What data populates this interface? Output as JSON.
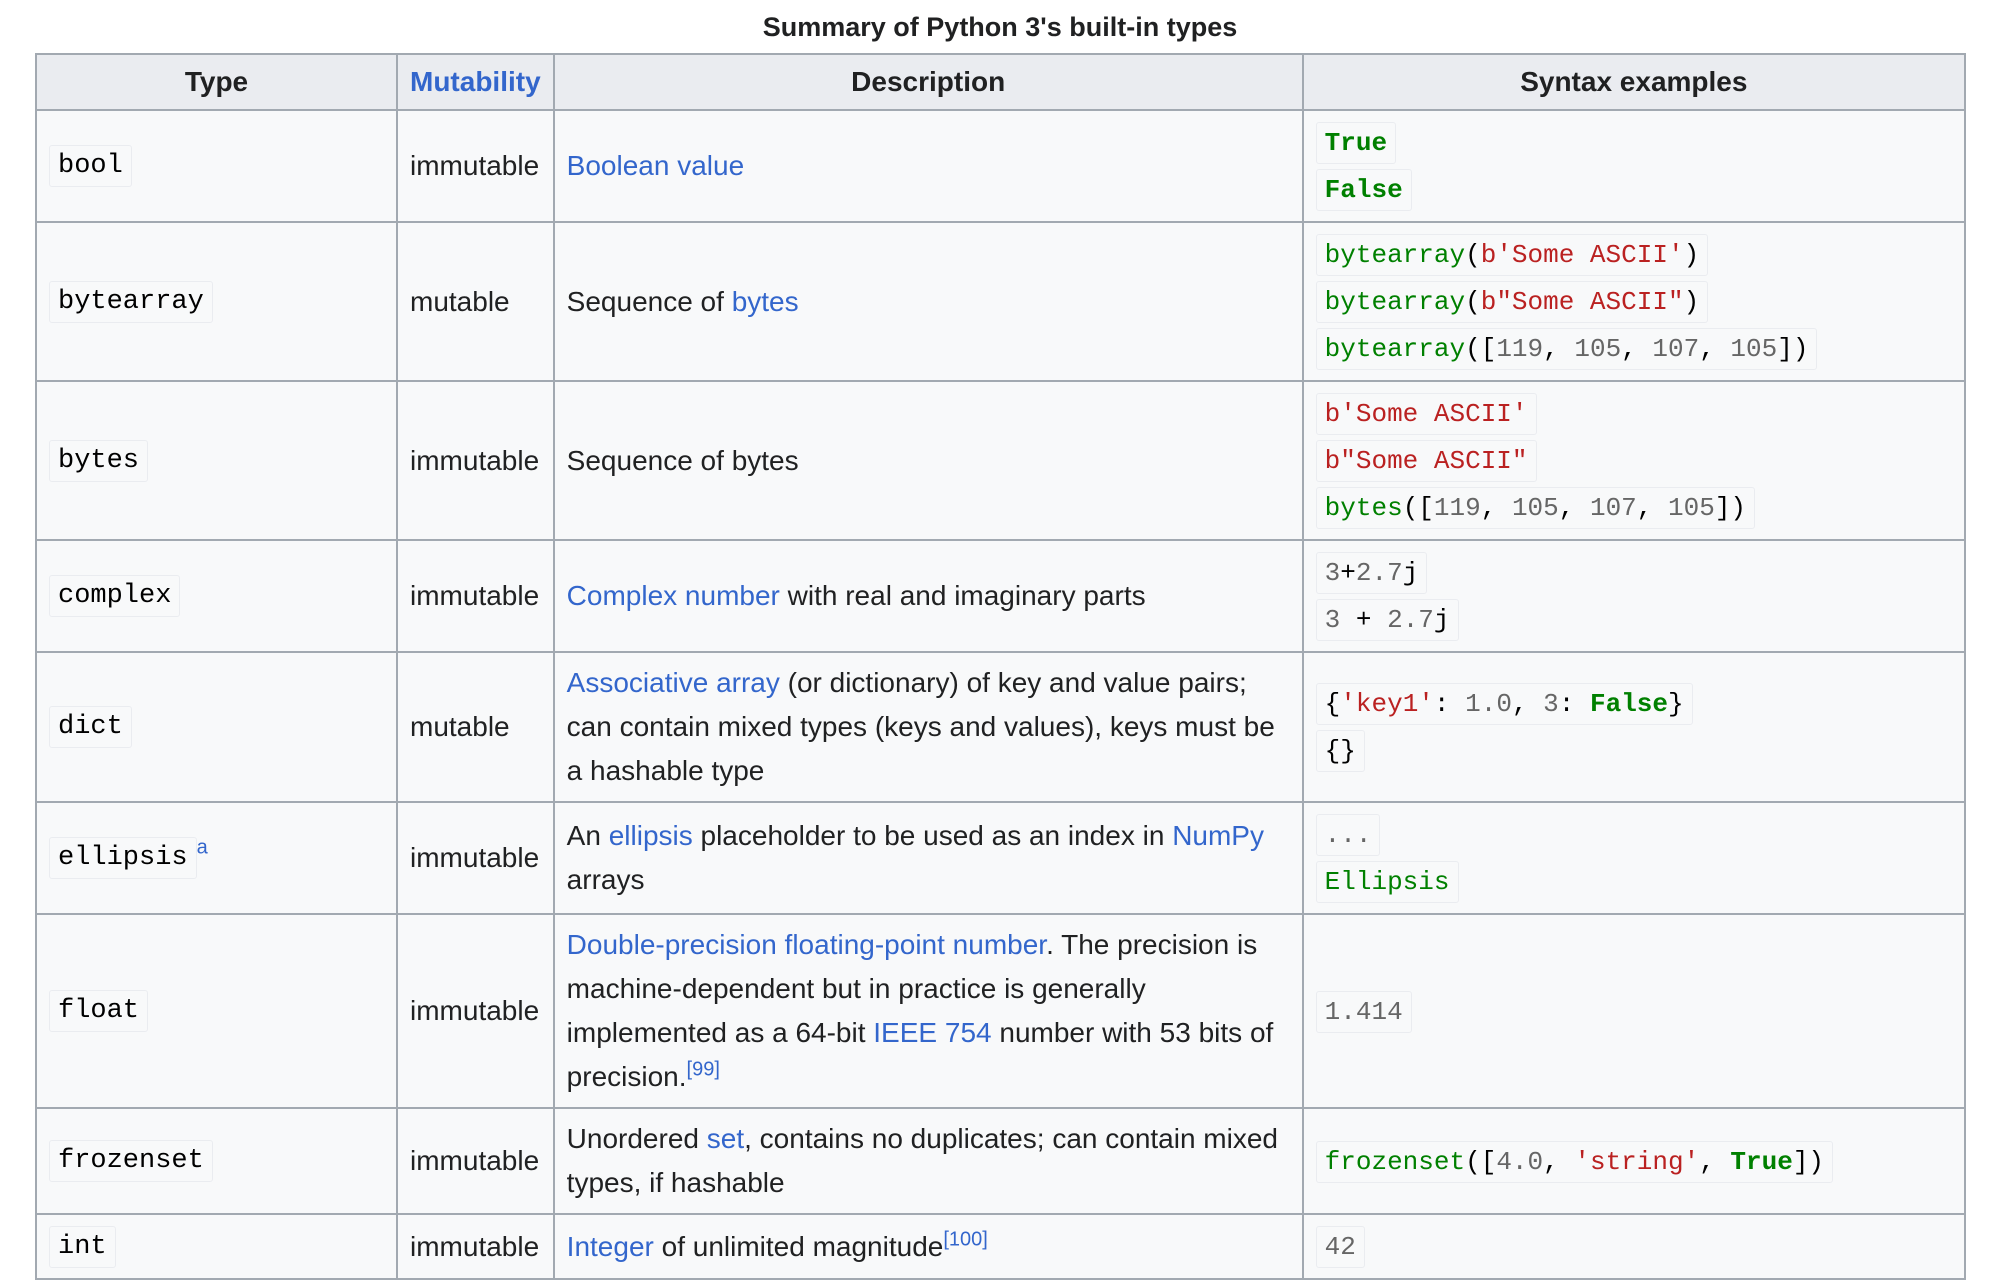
{
  "caption": "Summary of Python 3's built-in types",
  "headers": {
    "type": "Type",
    "mutability": "Mutability",
    "description": "Description",
    "syntax": "Syntax examples"
  },
  "rows": [
    {
      "type": "bool",
      "mutability": "immutable",
      "description": {
        "link1": "Boolean value"
      },
      "examples": [
        {
          "t0": "True"
        },
        {
          "t0": "False"
        }
      ]
    },
    {
      "type": "bytearray",
      "mutability": "mutable",
      "description": {
        "text1": "Sequence of ",
        "link1": "bytes"
      },
      "examples": [
        {
          "t0": "bytearray",
          "t1": "(",
          "t2": "b'Some ASCII'",
          "t3": ")"
        },
        {
          "t0": "bytearray",
          "t1": "(",
          "t2": "b\"Some ASCII\"",
          "t3": ")"
        },
        {
          "t0": "bytearray",
          "t1": "([",
          "t2": "119",
          "t3": ", ",
          "t4": "105",
          "t5": ", ",
          "t6": "107",
          "t7": ", ",
          "t8": "105",
          "t9": "])"
        }
      ]
    },
    {
      "type": "bytes",
      "mutability": "immutable",
      "description": {
        "text1": "Sequence of bytes"
      },
      "examples": [
        {
          "t0": "b'Some ASCII'"
        },
        {
          "t0": "b\"Some ASCII\""
        },
        {
          "t0": "bytes",
          "t1": "([",
          "t2": "119",
          "t3": ", ",
          "t4": "105",
          "t5": ", ",
          "t6": "107",
          "t7": ", ",
          "t8": "105",
          "t9": "])"
        }
      ]
    },
    {
      "type": "complex",
      "mutability": "immutable",
      "description": {
        "link1": "Complex number",
        "text1": " with real and imaginary parts"
      },
      "examples": [
        {
          "t0": "3",
          "t1": "+",
          "t2": "2.7",
          "t3": "j"
        },
        {
          "t0": "3",
          "t1": " + ",
          "t2": "2.7",
          "t3": "j"
        }
      ]
    },
    {
      "type": "dict",
      "mutability": "mutable",
      "description": {
        "link1": "Associative array",
        "text1": " (or dictionary) of key and value pairs; can contain mixed types (keys and values), keys must be a hashable type"
      },
      "examples": [
        {
          "t0": "{",
          "t1": "'key1'",
          "t2": ": ",
          "t3": "1.0",
          "t4": ", ",
          "t5": "3",
          "t6": ": ",
          "t7": "False",
          "t8": "}"
        },
        {
          "t0": "{}"
        }
      ]
    },
    {
      "type": "ellipsis",
      "type_sup": "a",
      "mutability": "immutable",
      "description": {
        "text1": "An ",
        "link1": "ellipsis",
        "text2": " placeholder to be used as an index in ",
        "link2": "NumPy",
        "text3": " arrays"
      },
      "examples": [
        {
          "t0": "..."
        },
        {
          "t0": "Ellipsis"
        }
      ]
    },
    {
      "type": "float",
      "mutability": "immutable",
      "description": {
        "link1": "Double-precision floating-point number",
        "text1": ". The precision is machine-dependent but in practice is generally implemented as a 64-bit ",
        "link2": "IEEE 754",
        "text2": " number with 53 bits of precision.",
        "ref": "[99]"
      },
      "examples": [
        {
          "t0": "1.414"
        }
      ]
    },
    {
      "type": "frozenset",
      "mutability": "immutable",
      "description": {
        "text1": "Unordered ",
        "link1": "set",
        "text2": ", contains no duplicates; can contain mixed types, if hashable"
      },
      "examples": [
        {
          "t0": "frozenset",
          "t1": "([",
          "t2": "4.0",
          "t3": ", ",
          "t4": "'string'",
          "t5": ", ",
          "t6": "True",
          "t7": "])"
        }
      ]
    },
    {
      "type": "int",
      "mutability": "immutable",
      "description": {
        "link1": "Integer",
        "text1": " of unlimited magnitude",
        "ref": "[100]"
      },
      "examples": [
        {
          "t0": "42"
        }
      ]
    }
  ]
}
